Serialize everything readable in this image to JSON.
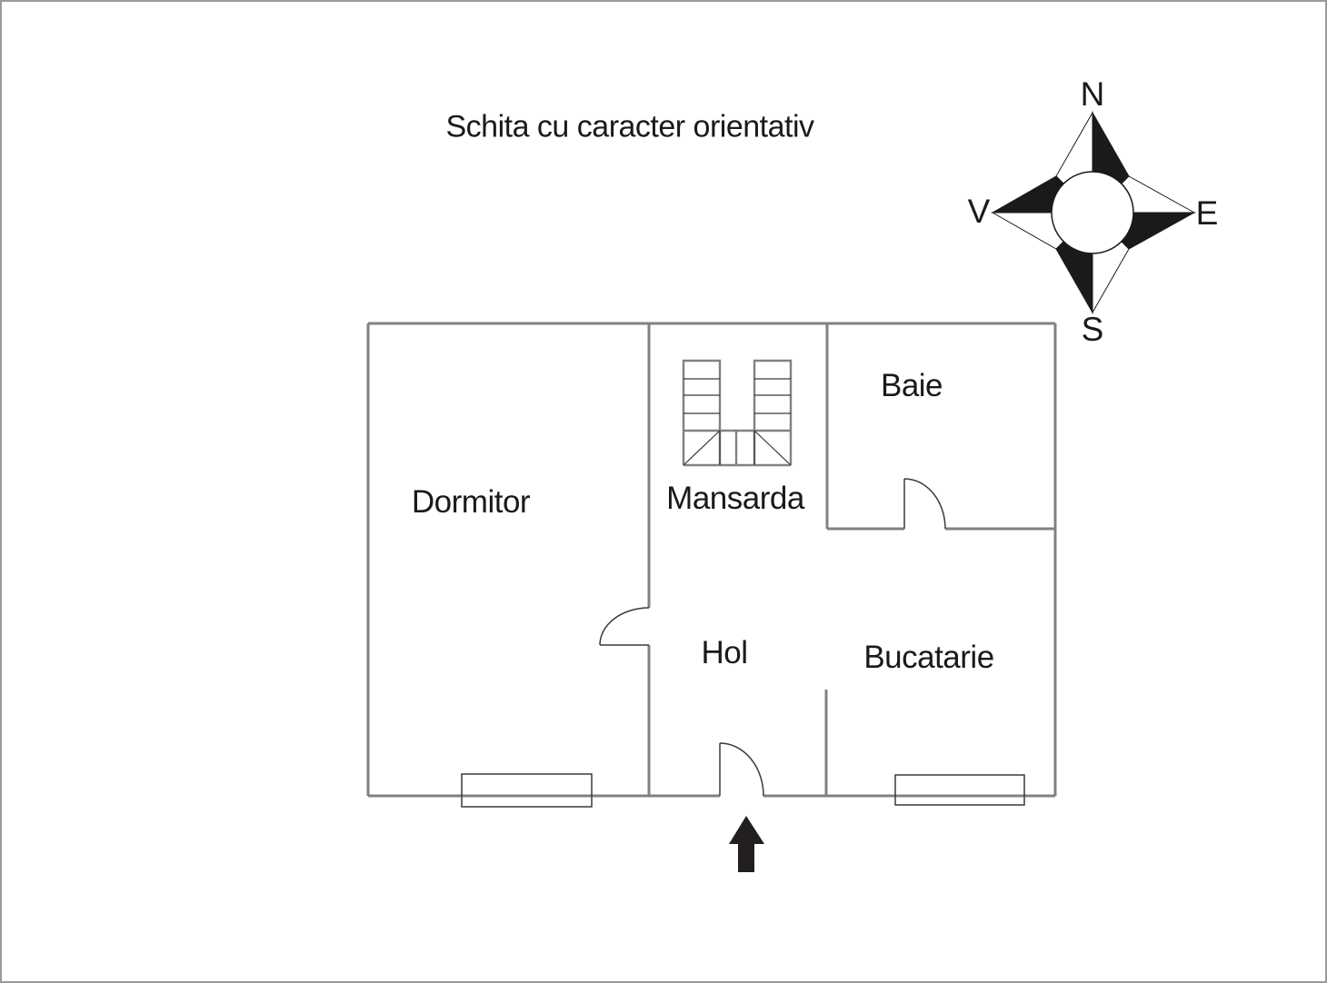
{
  "title": "Schita cu caracter orientativ",
  "floor_plan": {
    "rooms": [
      {
        "id": "dormitor",
        "label": "Dormitor"
      },
      {
        "id": "mansarda",
        "label": "Mansarda"
      },
      {
        "id": "baie",
        "label": "Baie"
      },
      {
        "id": "hol",
        "label": "Hol"
      },
      {
        "id": "bucatarie",
        "label": "Bucatarie"
      }
    ],
    "features": {
      "staircase": "u-shaped-stairs-icon",
      "doors": [
        "dormitor-door-arc",
        "baie-door-arc",
        "entrance-door-arc"
      ],
      "windows": [
        "dormitor-window",
        "bucatarie-window"
      ],
      "entrance": "entrance-arrow-icon"
    }
  },
  "compass": {
    "icon": "compass-rose-icon",
    "north": "N",
    "east": "E",
    "south": "S",
    "west": "V"
  },
  "colors": {
    "wall": "#818181",
    "line": "#3a3a3a",
    "text": "#1a1a1a",
    "arrow": "#231f20",
    "border": "#9a9a9a",
    "bg": "#ffffff"
  }
}
